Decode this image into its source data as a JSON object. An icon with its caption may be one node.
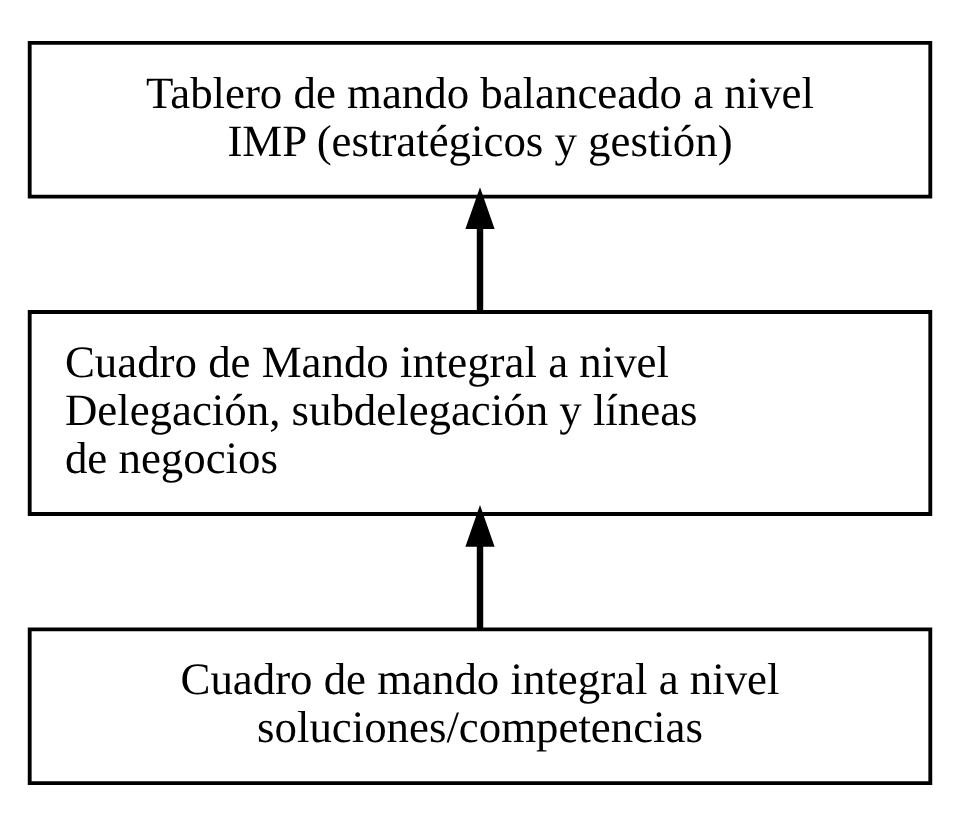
{
  "diagram": {
    "nodes": [
      {
        "text": [
          "Tablero de mando balanceado a nivel IMP (estratégicos y gestión)"
        ]
      },
      {
        "text": [
          "Cuadro de Mando integral a nivel Delegación, subdelegación y líneas de negocios"
        ]
      },
      {
        "text": [
          "Cuadro de mando integral a nivel soluciones/competencias"
        ]
      }
    ],
    "edges": [
      {
        "from": 2,
        "to": 1,
        "arrow": "to"
      },
      {
        "from": 1,
        "to": 0,
        "arrow": "to"
      }
    ]
  }
}
